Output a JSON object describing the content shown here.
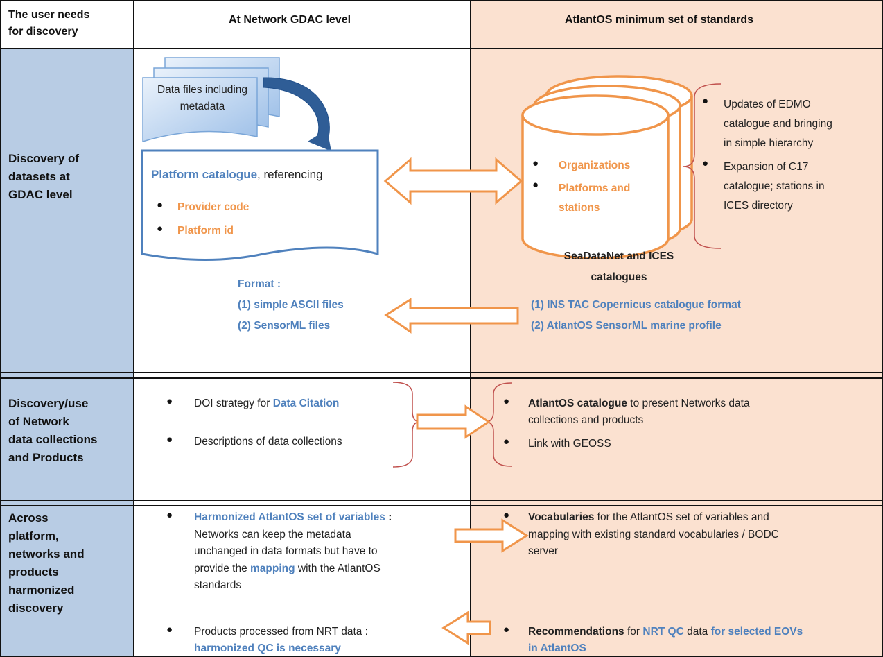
{
  "header": {
    "col1": "The user needs for discovery",
    "col1_line1": "The user needs",
    "col1_line2": "for discovery",
    "col2": "At Network GDAC level",
    "col3": "AtlantOS minimum set of standards"
  },
  "colors": {
    "left_col_bg": "#b8cce4",
    "right_col_bg": "#fbe1d0",
    "orange": "#f0954a",
    "blue": "#4f81bd",
    "brace": "#c0504d"
  },
  "row1": {
    "label": [
      "Discovery of",
      "datasets at",
      "GDAC level"
    ],
    "data_files": [
      "Data files including",
      "metadata"
    ],
    "platform_catalogue_title": "Platform catalogue",
    "platform_catalogue_suffix": ", referencing",
    "platform_items": [
      "Provider code",
      "Platform id"
    ],
    "db_items": [
      "Organizations",
      "Platforms and",
      "stations"
    ],
    "db_caption": [
      "SeaDataNet and ICES",
      "catalogues"
    ],
    "right_bullets": [
      [
        "Updates of EDMO",
        "catalogue and bringing",
        "in simple hierarchy"
      ],
      [
        "Expansion of C17",
        "catalogue; stations in",
        "ICES directory"
      ]
    ],
    "format_title": "Format :",
    "format_items": [
      "(1) simple ASCII files",
      "(2) SensorML files"
    ],
    "standard_items": [
      "(1)  INS TAC Copernicus catalogue format",
      "(2)  AtlantOS SensorML marine profile"
    ]
  },
  "row2": {
    "label": [
      "Discovery/use",
      "of Network",
      "data collections",
      "and Products"
    ],
    "left_item1_prefix": "DOI strategy for ",
    "left_item1_highlight": "Data Citation",
    "left_item2": "Descriptions of data collections",
    "right_item1_bold": "AtlantOS catalogue",
    "right_item1_rest": " to present Networks data",
    "right_item1_line2": "collections and products",
    "right_item2": "Link with GEOSS"
  },
  "row3": {
    "label": [
      "Across",
      "platform,",
      "networks and",
      "products",
      "harmonized",
      "discovery"
    ],
    "left1_highlight": "Harmonized AtlantOS set of variables",
    "left1_colon": " :",
    "left1_line2": "Networks can keep the metadata",
    "left1_line3": "unchanged in data formats but have to",
    "left1_line4_prefix": "provide the ",
    "left1_line4_highlight": "mapping",
    "left1_line4_suffix": " with the AtlantOS",
    "left1_line5": "standards",
    "left2_line1": "Products processed from NRT data :",
    "left2_line2": "harmonized QC is necessary",
    "right1_bold": "Vocabularies",
    "right1_rest": " for the AtlantOS set of variables and",
    "right1_line2": "mapping with existing standard vocabularies / BODC",
    "right1_line3": "server",
    "right2_bold": "Recommendations",
    "right2_mid": " for ",
    "right2_hl1": "NRT QC",
    "right2_mid2": " data ",
    "right2_hl2": "for selected EOVs",
    "right2_line2": "in AtlantOS"
  }
}
